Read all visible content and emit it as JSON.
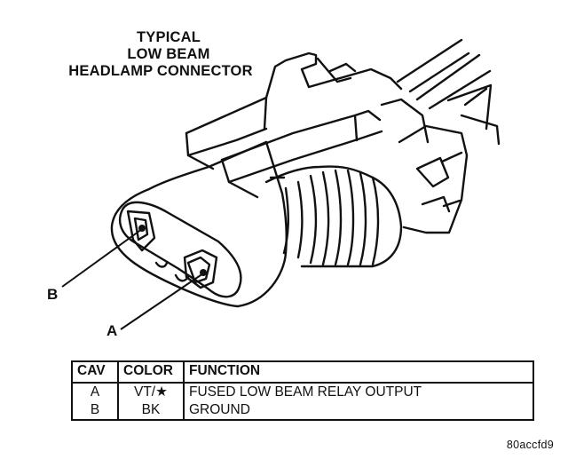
{
  "diagram": {
    "title_lines": [
      "TYPICAL",
      "LOW BEAM",
      "HEADLAMP CONNECTOR"
    ],
    "callouts": {
      "b": "B",
      "a": "A"
    },
    "drawing_code": "80accfd9"
  },
  "pin_table": {
    "headers": {
      "cav": "CAV",
      "color": "COLOR",
      "function": "FUNCTION"
    },
    "rows": [
      {
        "cav": "A",
        "color": "VT/★",
        "function": "FUSED LOW BEAM RELAY OUTPUT"
      },
      {
        "cav": "B",
        "color": "BK",
        "function": "GROUND"
      }
    ]
  }
}
